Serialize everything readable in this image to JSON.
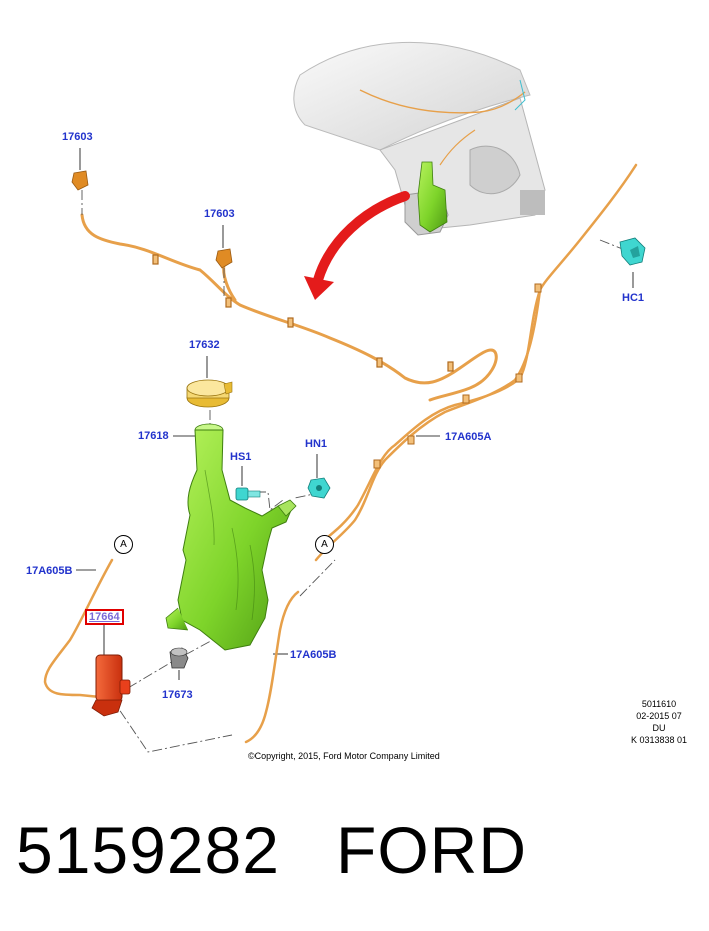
{
  "callouts": {
    "nozzle_a": "17603",
    "nozzle_b": "17603",
    "filler_cap": "17632",
    "filler_neck": "17618",
    "bolt": "HS1",
    "nut": "HN1",
    "clip": "HC1",
    "hose_a": "17A605A",
    "hose_b_upper": "17A605B",
    "hose_b_lower": "17A605B",
    "pump": "17664",
    "grommet": "17673"
  },
  "refs": {
    "left": "A",
    "right": "A"
  },
  "meta": [
    "5011610",
    "02-2015 07",
    "DU",
    "K 0313838 01"
  ],
  "copyright": "©Copyright, 2015, Ford Motor Company Limited",
  "part_number": "5159282",
  "brand": "FORD",
  "colors": {
    "callout": "#2233cc",
    "hose": "#e7a04a",
    "reservoir": "#7fe02a",
    "pump": "#e8401c",
    "clip": "#3fd6d0",
    "arrow": "#e41b1b",
    "highlight": "#e00000"
  }
}
